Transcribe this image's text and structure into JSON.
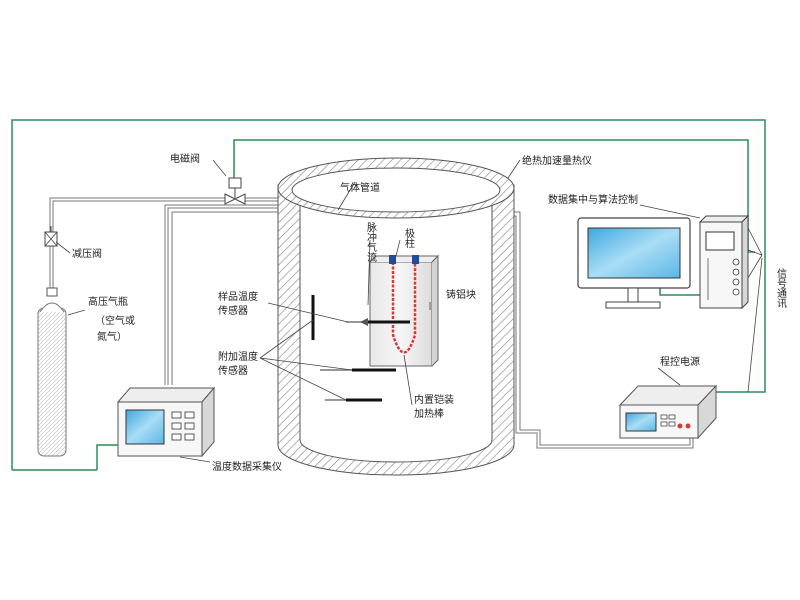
{
  "labels": {
    "solenoid_valve": "电磁阀",
    "calorimeter": "绝热加速量热仪",
    "gas_pipe": "气体管道",
    "data_control": "数据集中与算法控制",
    "pressure_reducer": "减压阀",
    "pulse_gas": "脉冲气流",
    "electrode": "极柱",
    "cylinder": "高压气瓶",
    "cylinder_gas": "（空气或",
    "cylinder_gas2": "氮气）",
    "sample_sensor_1": "样品温度",
    "sample_sensor_2": "传感器",
    "cast_block": "铸铝块",
    "extra_sensor_1": "附加温度",
    "extra_sensor_2": "传感器",
    "heater_1": "内置铠装",
    "heater_2": "加热棒",
    "power_supply": "程控电源",
    "signal_comm": "信号通讯",
    "temp_acq": "温度数据采集仪"
  },
  "colors": {
    "signal_line": "#2e8b57",
    "gas_line": "#777777",
    "heater_wire": "#d63a3a",
    "screen": "#66bfe8",
    "wall_hatch": "#9a9a9a"
  }
}
